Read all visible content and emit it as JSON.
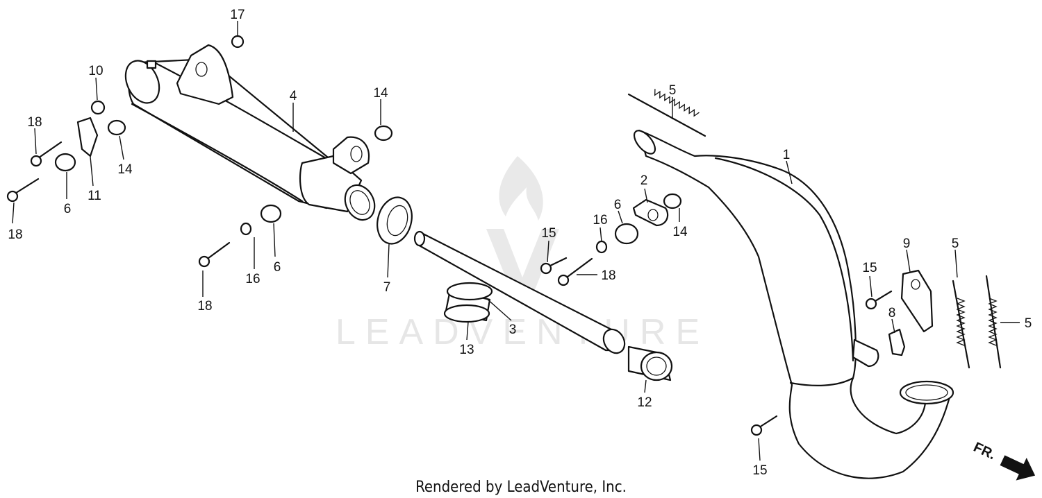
{
  "watermark": {
    "text": "LEADVENTURE"
  },
  "footer": {
    "text": "Rendered by LeadVenture, Inc."
  },
  "direction": {
    "label": "FR."
  },
  "callouts": {
    "c1": "1",
    "c2": "2",
    "c3": "3",
    "c4": "4",
    "c5a": "5",
    "c5b": "5",
    "c5c": "5",
    "c6a": "6",
    "c6b": "6",
    "c6c": "6",
    "c7": "7",
    "c8": "8",
    "c9": "9",
    "c10": "10",
    "c11": "11",
    "c12": "12",
    "c13": "13",
    "c14a": "14",
    "c14b": "14",
    "c14c": "14",
    "c15a": "15",
    "c15b": "15",
    "c15c": "15",
    "c16a": "16",
    "c16b": "16",
    "c17": "17",
    "c18a": "18",
    "c18b": "18",
    "c18c": "18",
    "c18d": "18"
  }
}
